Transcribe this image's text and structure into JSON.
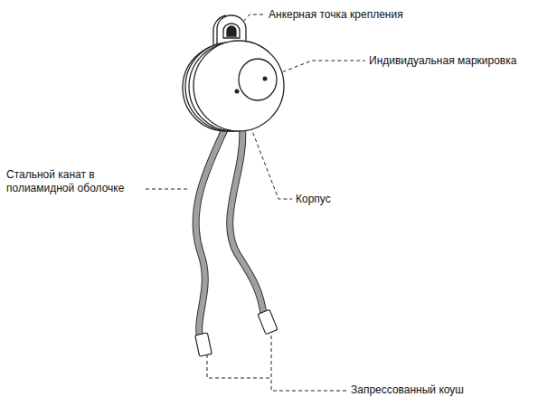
{
  "diagram": {
    "labels": [
      "Анкерная точка крепления",
      "Индивидуальная маркировка",
      "Корпус",
      "Стальной канат в полиамидной оболочке",
      "Запрессованный коуш"
    ]
  }
}
